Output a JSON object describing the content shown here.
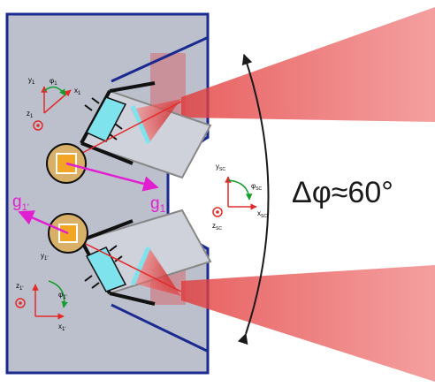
{
  "colors": {
    "panel": "#bcc0cc",
    "panel_border": "#1b2a8f",
    "beam": "#e23a3a",
    "gear": "#d9b067",
    "mirror": "#7fe3ee",
    "arrow_magenta": "#e21fd0",
    "axis_red": "#e32a2a",
    "angle_green": "#159c2f",
    "dark": "#1a1a1a"
  },
  "icons": {
    "big_arrow": "double-headed-curved-arrow",
    "z_axis": "out-of-plane-dot-symbol"
  },
  "labels": {
    "delta_phi": "Δφ≈60°",
    "g1": "g",
    "g1_sub": "1",
    "g1p": "g",
    "g1p_sub": "1'",
    "frame1": {
      "y": "y",
      "y_sub": "1",
      "x": "x",
      "x_sub": "1",
      "z": "z",
      "z_sub": "1",
      "phi": "φ",
      "phi_sub": "1"
    },
    "frame1p": {
      "y": "y",
      "y_sub": "1'",
      "x": "x",
      "x_sub": "1'",
      "z": "z",
      "z_sub": "1'",
      "phi": "φ",
      "phi_sub": "1'"
    },
    "frame_sc": {
      "y": "y",
      "y_sub": "SC",
      "x": "x",
      "x_sub": "SC",
      "z": "z",
      "z_sub": "SC",
      "phi": "φ",
      "phi_sub": "SC"
    }
  }
}
